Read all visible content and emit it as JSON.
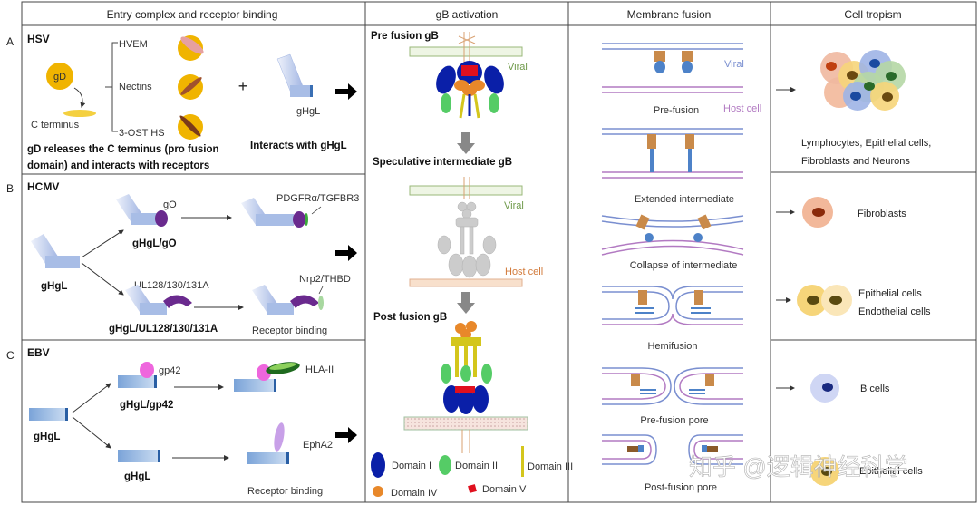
{
  "headers": {
    "entry": "Entry complex and receptor binding",
    "gb": "gB activation",
    "fusion": "Membrane fusion",
    "tropism": "Cell tropism"
  },
  "row_letters": {
    "a": "A",
    "b": "B",
    "c": "C"
  },
  "hsv": {
    "title": "HSV",
    "gd": "gD",
    "c_terminus": "C terminus",
    "receptors": [
      "HVEM",
      "Nectins",
      "3-OST HS"
    ],
    "plus": "+",
    "ghgl": "gHgL",
    "caption_left_1": "gD releases the C terminus (pro fusion",
    "caption_left_2": "domain) and interacts with receptors",
    "caption_right": "Interacts with gHgL"
  },
  "hcmv": {
    "title": "HCMV",
    "ghgl": "gHgL",
    "go": "gO",
    "ghgl_go": "gHgL/gO",
    "receptor_top": "PDGFRα/TGFBR3",
    "ul": "UL128/130/131A",
    "ghgl_ul": "gHgL/UL128/130/131A",
    "receptor_bottom": "Nrp2/THBD",
    "receptor_binding": "Receptor binding"
  },
  "ebv": {
    "title": "EBV",
    "ghgl": "gHgL",
    "gp42": "gp42",
    "ghgl_gp42": "gHgL/gp42",
    "hla": "HLA-II",
    "epha2": "EphA2",
    "ghgl_bottom": "gHgL",
    "receptor_binding": "Receptor binding"
  },
  "gb": {
    "pre": "Pre fusion gB",
    "viral_1": "Viral",
    "intermediate": "Speculative intermediate gB",
    "viral_2": "Viral",
    "host": "Host cell",
    "post": "Post fusion gB"
  },
  "legend": [
    {
      "label": "Domain I",
      "color": "#0a1fa8"
    },
    {
      "label": "Domain II",
      "color": "#55cc66"
    },
    {
      "label": "Domain III",
      "color": "#d4c61c"
    },
    {
      "label": "Domain IV",
      "color": "#e8882a"
    },
    {
      "label": "Domain V",
      "color": "#e0101e"
    }
  ],
  "fusion": {
    "viral": "Viral",
    "host": "Host cell",
    "stages": [
      "Pre-fusion",
      "Extended intermediate",
      "Collapse of intermediate",
      "Hemifusion",
      "Pre-fusion pore",
      "Post-fusion pore"
    ]
  },
  "tropism": {
    "hsv": [
      "Lymphocytes, Epithelial cells,",
      "Fibroblasts and Neurons"
    ],
    "hcmv_1": "Fibroblasts",
    "hcmv_2": [
      "Epithelial cells",
      "Endothelial cells"
    ],
    "ebv_1": "B cells",
    "ebv_2": "Epithelial cells"
  },
  "watermark": "知乎 @逻辑神经科学",
  "colors": {
    "viral_membrane": "#7a8fd0",
    "host_membrane": "#b27ac2",
    "viral_green": "#6f9a4a",
    "host_orange": "#d27a3a",
    "gd": "#f0b400",
    "purple": "#6a2a8e",
    "pink": "#ee66dd"
  }
}
